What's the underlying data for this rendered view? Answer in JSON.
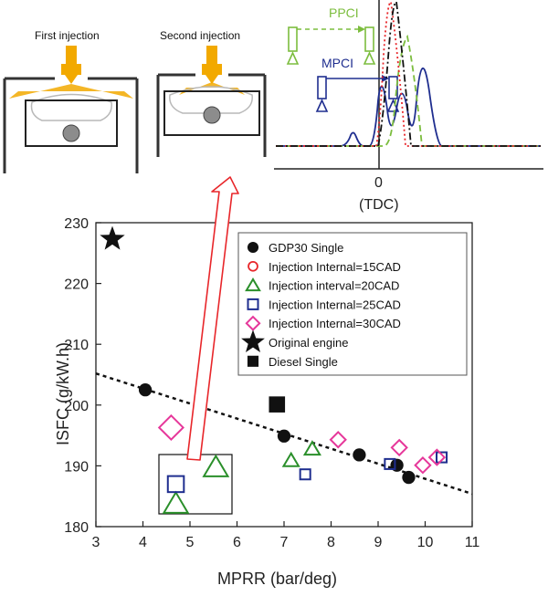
{
  "schematic": {
    "first_injection_label": "First injection",
    "second_injection_label": "Second injection",
    "ppci_label": "PPCI",
    "mpci_label": "MPCI",
    "tdc_zero": "0",
    "tdc_label": "(TDC)"
  },
  "chart_data": {
    "type": "scatter",
    "title": "",
    "xlabel": "MPRR (bar/deg)",
    "ylabel": "ISFC (g/kW.h)",
    "xlim": [
      3,
      11
    ],
    "ylim": [
      180,
      230
    ],
    "x_ticks": [
      3,
      4,
      5,
      6,
      7,
      8,
      9,
      10,
      11
    ],
    "y_ticks": [
      180,
      190,
      200,
      210,
      220,
      230
    ],
    "grid": false,
    "legend_position": "top-right",
    "series": [
      {
        "name": "GDP30 Single",
        "marker": "circle-filled",
        "color": "#111111",
        "points": [
          [
            4.05,
            202.5
          ],
          [
            7.0,
            194.9
          ],
          [
            8.6,
            191.8
          ],
          [
            9.4,
            190.1
          ],
          [
            9.65,
            188.1
          ]
        ]
      },
      {
        "name": "Injection Internal=15CAD",
        "marker": "circle-open",
        "color": "#e8262a",
        "points": []
      },
      {
        "name": "Injection interval=20CAD",
        "marker": "triangle-open",
        "color": "#2a8f2a",
        "points": [
          [
            4.7,
            183.8
          ],
          [
            5.55,
            189.8
          ],
          [
            7.15,
            190.9
          ],
          [
            7.6,
            192.8
          ]
        ]
      },
      {
        "name": "Injection Internal=25CAD",
        "marker": "square-open",
        "color": "#1f2e8f",
        "points": [
          [
            4.7,
            187.0
          ],
          [
            7.45,
            188.6
          ],
          [
            9.25,
            190.3
          ],
          [
            10.35,
            191.4
          ]
        ]
      },
      {
        "name": "Injection Internal=30CAD",
        "marker": "diamond-open",
        "color": "#e6379a",
        "points": [
          [
            4.6,
            196.3
          ],
          [
            8.15,
            194.3
          ],
          [
            9.45,
            193.0
          ],
          [
            9.95,
            190.1
          ],
          [
            10.25,
            191.4
          ]
        ]
      },
      {
        "name": "Original engine",
        "marker": "star-filled",
        "color": "#111111",
        "points": [
          [
            3.35,
            227.3
          ]
        ]
      },
      {
        "name": "Diesel Single",
        "marker": "square-filled",
        "color": "#111111",
        "points": [
          [
            6.85,
            200.1
          ]
        ]
      }
    ],
    "trendline": {
      "style": "dashed",
      "points": [
        [
          3.0,
          205.2
        ],
        [
          11.0,
          185.4
        ]
      ]
    }
  }
}
